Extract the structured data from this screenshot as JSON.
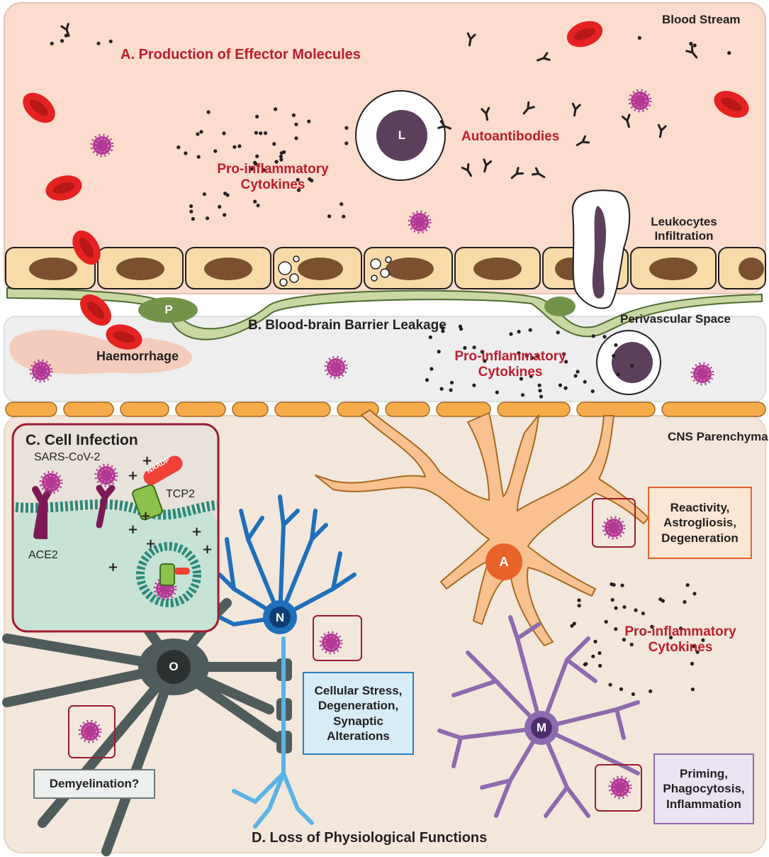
{
  "regions": {
    "blood_stream": "Blood Stream",
    "perivascular_space": "Perivascular Space",
    "cns_parenchyma": "CNS Parenchyma"
  },
  "sections": {
    "a": "A. Production of Effector Molecules",
    "b": "B. Blood-brain Barrier Leakage",
    "c": "C. Cell Infection",
    "d": "D. Loss of Physiological Functions"
  },
  "labels": {
    "autoantibodies": "Autoantibodies",
    "cytokines_blood_line1": "Pro-inflammatory",
    "cytokines_blood_line2": "Cytokines",
    "cytokines_peri_line1": "Pro-inflammatory",
    "cytokines_peri_line2": "Cytokines",
    "cytokines_cns_line1": "Pro-inflammatory",
    "cytokines_cns_line2": "Cytokines",
    "leukocytes_line1": "Leukocytes",
    "leukocytes_line2": "Infiltration",
    "haemorrhage": "Haemorrhage"
  },
  "infection_panel": {
    "virus": "SARS-CoV-2",
    "receptor": "ACE2",
    "channel": "TCP2",
    "ligand": "NAADP"
  },
  "cells": {
    "lymphocyte": "L",
    "pericyte": "P",
    "astrocyte": "A",
    "neuron": "N",
    "oligodendrocyte": "O",
    "microglia": "M"
  },
  "effects": {
    "astrocyte": [
      "Reactivity,",
      "Astrogliosis,",
      "Degeneration"
    ],
    "neuron": [
      "Cellular Stress,",
      "Degeneration,",
      "Synaptic",
      "Alterations"
    ],
    "oligodendrocyte": [
      "Demyelination?"
    ],
    "microglia": [
      "Priming,",
      "Phagocytosis,",
      "Inflammation"
    ]
  },
  "colors": {
    "blood_bg": "#fbdccd",
    "perivascular_bg": "#eeeeee",
    "cns_bg": "#f3e7dc",
    "endothelium": "#f9dbaa",
    "astro_endfeet": "#f7ac4c",
    "rbc": "#e52222",
    "virus": "#b23a94",
    "astrocyte": "#f9c18f",
    "astrocyte_nucleus": "#e8632a",
    "neuron": "#1f6fba",
    "oligodendrocyte": "#4f5c5b",
    "microglia": "#8e6aae",
    "label_red": "#be1e2d"
  }
}
